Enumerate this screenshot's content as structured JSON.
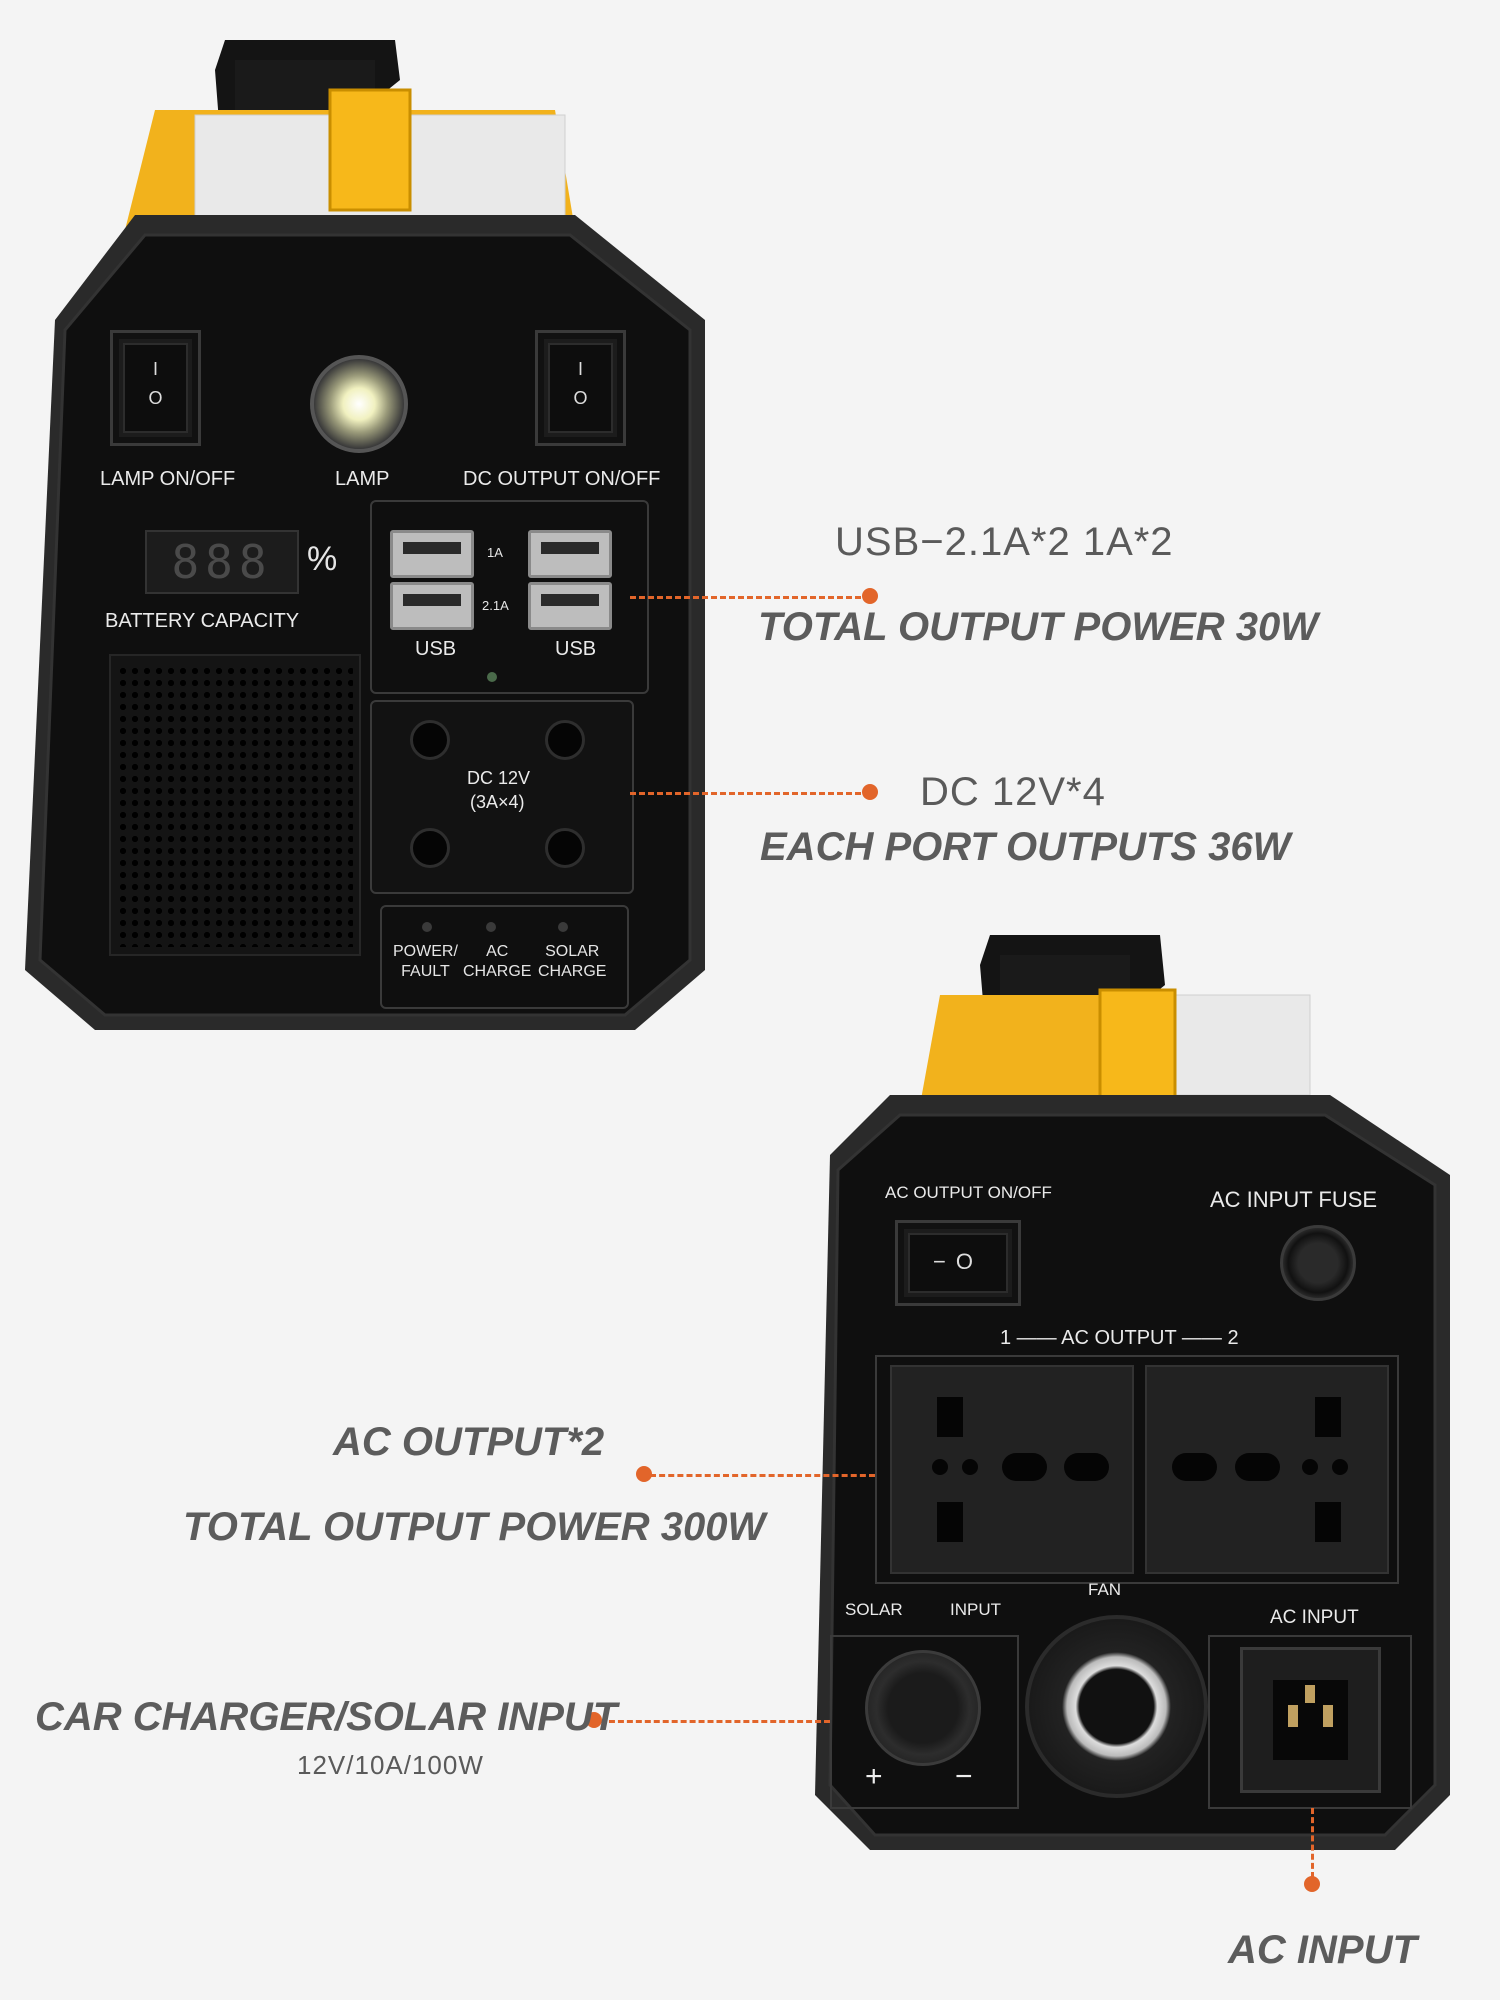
{
  "front_panel": {
    "lamp_switch_label": "LAMP  ON/OFF",
    "lamp_label": "LAMP",
    "dc_switch_label": "DC OUTPUT ON/OFF",
    "display_digits": "888",
    "percent_sign": "%",
    "battery_label": "BATTERY CAPACITY",
    "usb_left_label": "USB",
    "usb_right_label": "USB",
    "usb_1a": "1A",
    "usb_21a": "2.1A",
    "dc_label_1": "DC 12V",
    "dc_label_2": "(3A×4)",
    "indicator_1a": "POWER/",
    "indicator_1b": "FAULT",
    "indicator_2a": "AC",
    "indicator_2b": "CHARGE",
    "indicator_3a": "SOLAR",
    "indicator_3b": "CHARGE",
    "switch_on_symbol": "I",
    "switch_off_symbol": "O"
  },
  "back_panel": {
    "ac_switch_label": "AC OUTPUT ON/OFF",
    "fuse_label": "AC INPUT FUSE",
    "ac_output_label": "1 —— AC OUTPUT —— 2",
    "solar_label": "SOLAR",
    "input_label": "INPUT",
    "fan_label": "FAN",
    "ac_input_label": "AC INPUT",
    "plus": "+",
    "minus": "−"
  },
  "callouts": {
    "usb_line1": "USB−2.1A*2 1A*2",
    "usb_line2": "TOTAL OUTPUT POWER 30W",
    "dc_line1": "DC 12V*4",
    "dc_line2": "EACH PORT OUTPUTS 36W",
    "ac_line1": "AC OUTPUT*2",
    "ac_line2": "TOTAL OUTPUT POWER 300W",
    "car_line1": "CAR CHARGER/SOLAR INPUT",
    "car_line2": "12V/10A/100W",
    "acin_line1": "AC INPUT"
  },
  "colors": {
    "accent": "#e2652a",
    "body_yellow": "#f2b21c",
    "panel_black": "#111111"
  }
}
